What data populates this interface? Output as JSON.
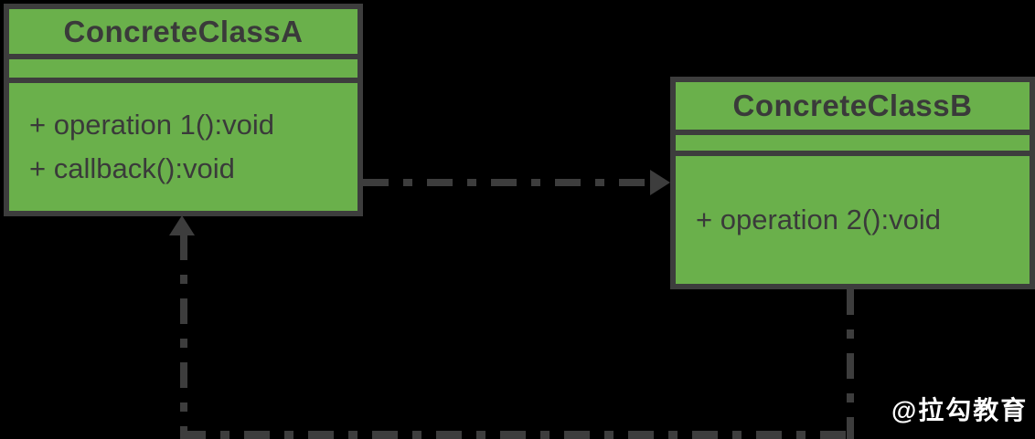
{
  "diagram": {
    "type": "uml-class-diagram",
    "background_color": "#000000",
    "classes": [
      {
        "name": "ConcreteClassA",
        "attributes": [],
        "methods": [
          "+ operation 1():void",
          "+ callback():void"
        ]
      },
      {
        "name": "ConcreteClassB",
        "attributes": [],
        "methods": [
          "+ operation 2():void"
        ]
      }
    ],
    "connectors": [
      {
        "name": "dependency-a-to-b",
        "style": "dash-dot",
        "arrowhead": "filled-right",
        "from": "ConcreteClassA",
        "to": "ConcreteClassB"
      },
      {
        "name": "callback-return-to-a",
        "style": "dash-dot",
        "arrowhead": "filled-up",
        "from": "ConcreteClassB",
        "to": "ConcreteClassA"
      }
    ],
    "colors": {
      "class_fill": "#6ab04b",
      "class_border": "#3d3d3d",
      "class_text": "#3a3a3a",
      "connector": "#3d3d3d",
      "watermark_text": "#ffffff"
    },
    "watermark": "@拉勾教育"
  }
}
